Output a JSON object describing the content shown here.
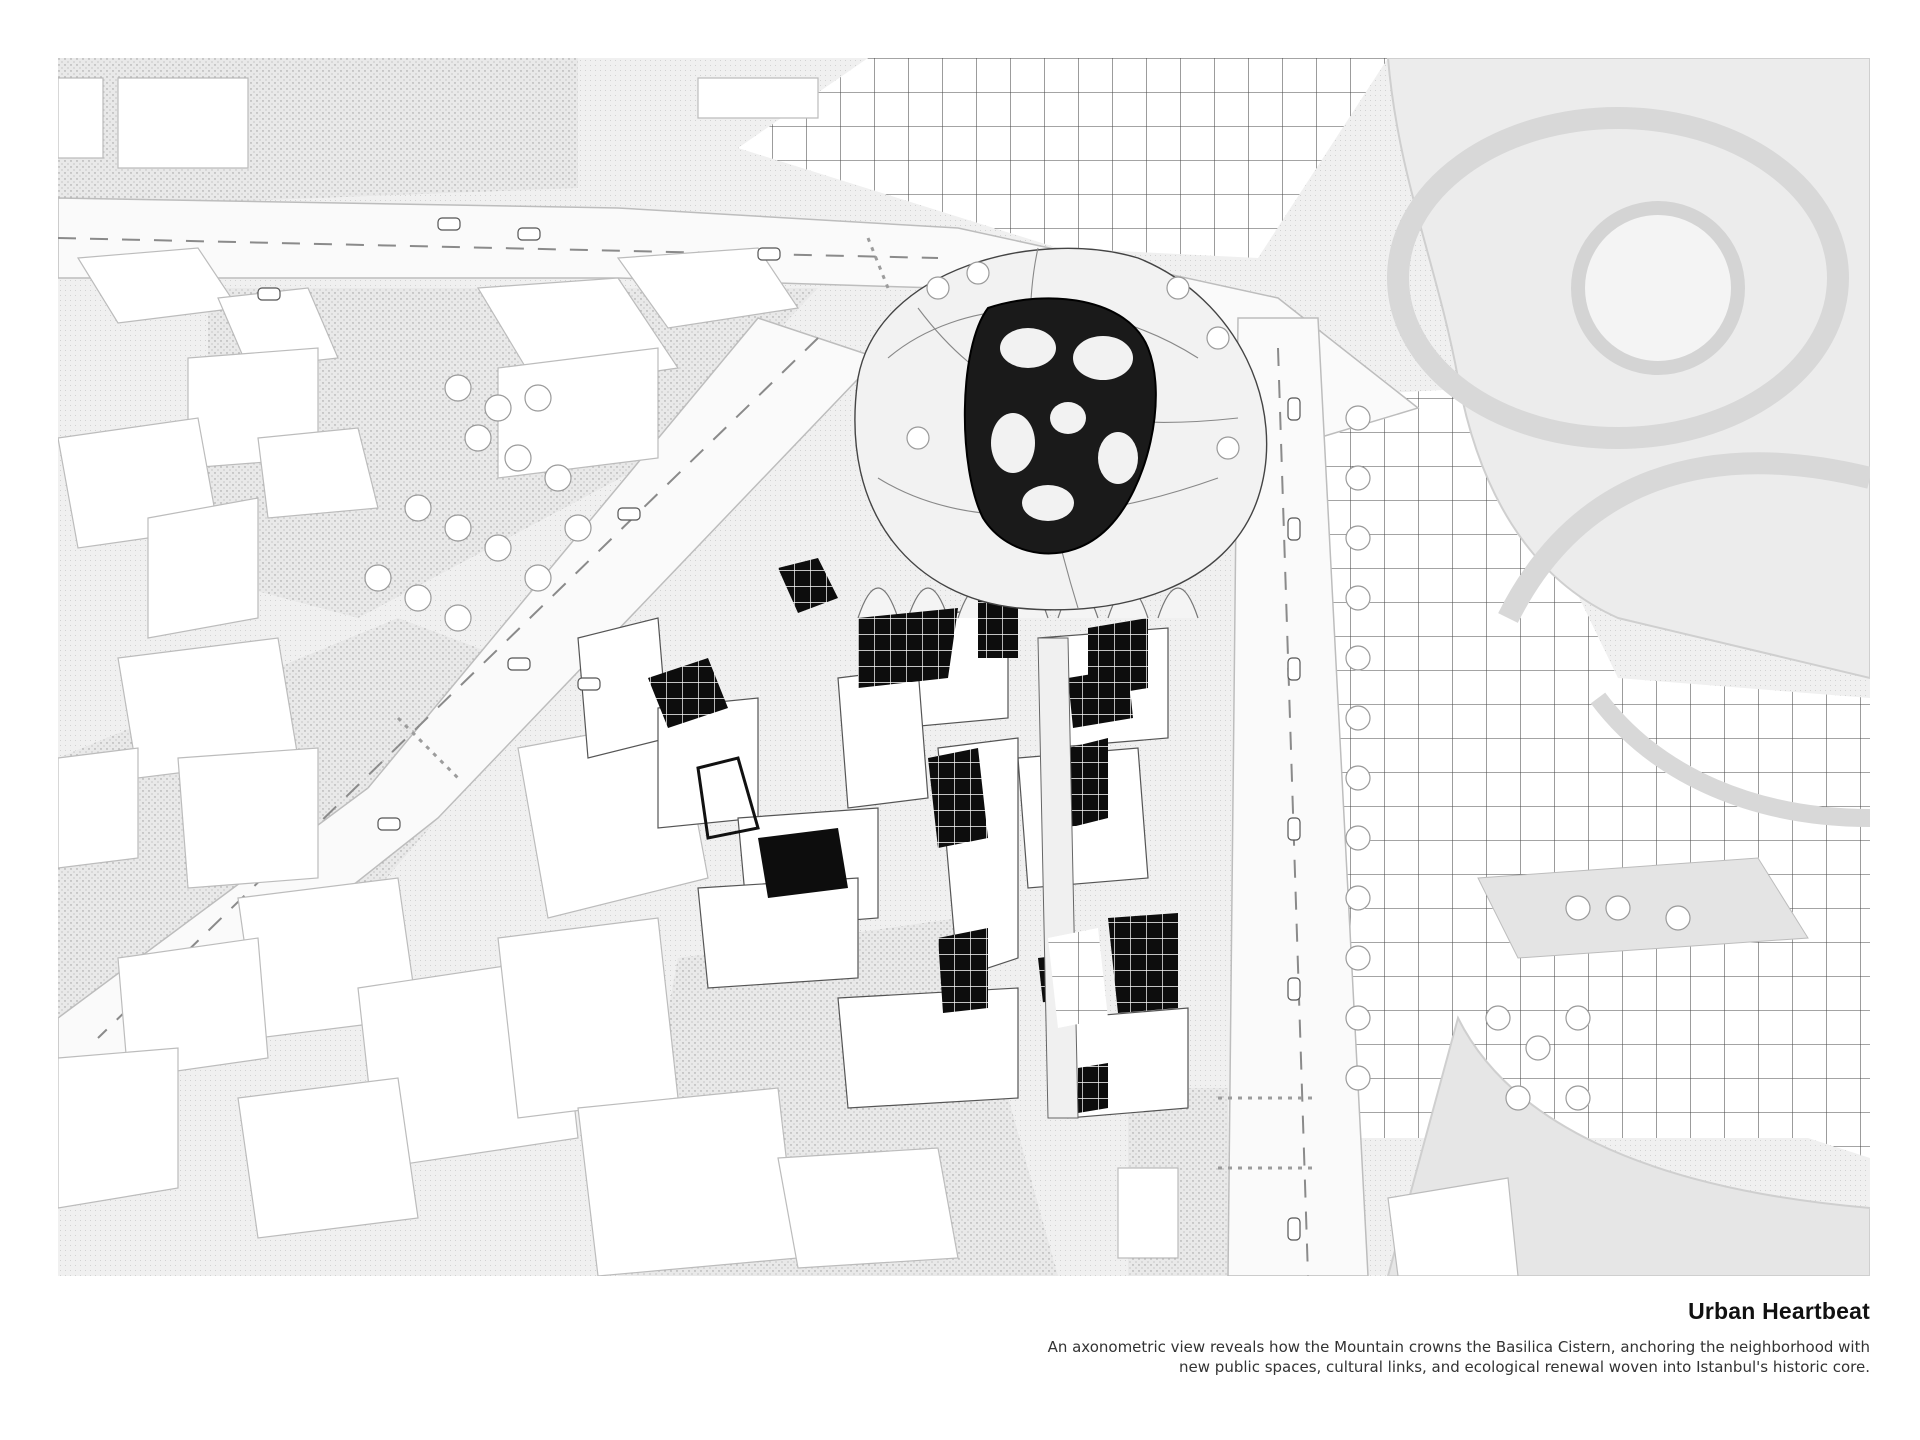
{
  "caption": {
    "title": "Urban Heartbeat",
    "line1": "An axonometric view reveals how the Mountain crowns the Basilica Cistern, anchoring the neighborhood with",
    "line2": "new public spaces, cultural links, and ecological renewal woven into Istanbul's historic core."
  },
  "colors": {
    "paper": "#f4f4f4",
    "building_face": "#ffffff",
    "ink": "#111111",
    "solar_black": "#0d0d0d"
  },
  "icons": [
    "tree-icon",
    "car-icon",
    "solar-panel-grid"
  ]
}
